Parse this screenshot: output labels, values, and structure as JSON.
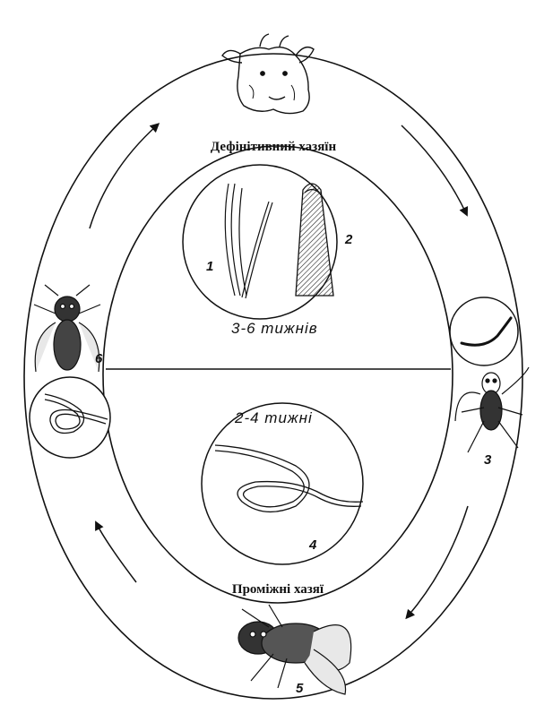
{
  "labels": {
    "definitive_host": "Дефінітивний хазяїн",
    "intermediate_hosts": "Проміжні хазяї",
    "period_definitive": "3-6 тижнів",
    "period_intermediate": "2-4 тижні"
  },
  "stages": {
    "s1": "1",
    "s2": "2",
    "s3": "3",
    "s4": "4",
    "s5": "5",
    "s6": "6"
  }
}
